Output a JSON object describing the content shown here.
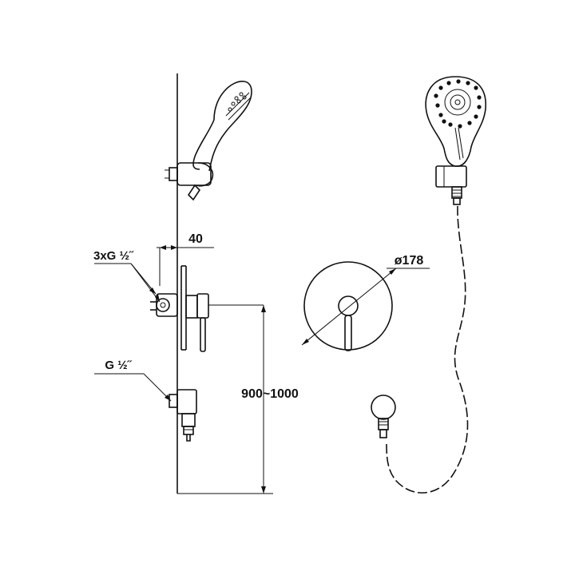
{
  "labels": {
    "width_40": "40",
    "connection_3x": "3xG ½˝",
    "connection_single": "G ½˝",
    "diameter": "ø178",
    "height_range": "900~1000"
  }
}
